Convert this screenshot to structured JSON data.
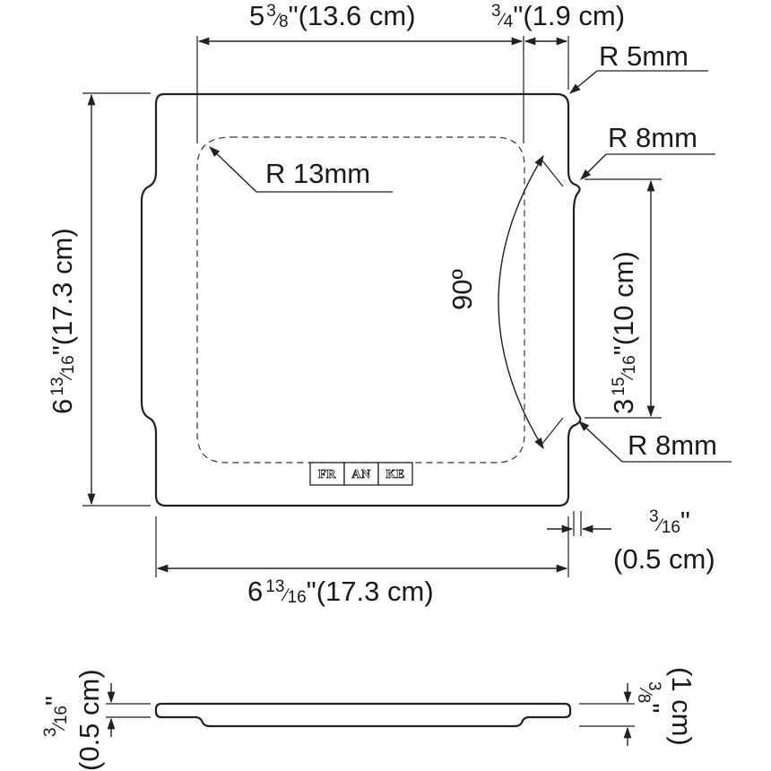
{
  "dimensions": {
    "top_width": {
      "whole": "5",
      "frac_num": "3",
      "frac_den": "8",
      "tail": "\"(13.6 cm)"
    },
    "top_offset": {
      "frac_num": "3",
      "frac_den": "4",
      "tail": "\"(1.9 cm)"
    },
    "height_left": {
      "whole": "6",
      "frac_num": "13",
      "frac_den": "16",
      "tail": "\"(17.3 cm)"
    },
    "width_bottom": {
      "whole": "6",
      "frac_num": "13",
      "frac_den": "16",
      "tail": "\"(17.3 cm)"
    },
    "notch_span": {
      "whole": "3",
      "frac_num": "15",
      "frac_den": "16",
      "tail": "\"(10 cm)"
    },
    "notch_depth": {
      "frac_num": "3",
      "frac_den": "16",
      "tail": "\"",
      "metric": "(0.5 cm)"
    },
    "profile_left": {
      "frac_num": "3",
      "frac_den": "16",
      "tail": "\"",
      "metric": "(0.5 cm)"
    },
    "profile_right": {
      "frac_num": "3",
      "frac_den": "8",
      "tail": "\"",
      "metric": "(1 cm)"
    }
  },
  "radii": {
    "corner": "R 5mm",
    "notch_top": "R 8mm",
    "notch_bottom": "R 8mm",
    "inner": "R 13mm"
  },
  "angle": "90º",
  "logo": {
    "letters": [
      "FR",
      "AN",
      "KE"
    ]
  }
}
